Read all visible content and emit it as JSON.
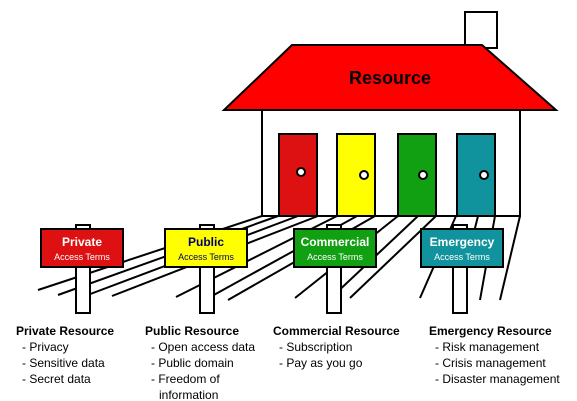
{
  "roof": {
    "label": "Resource",
    "color": "#ff0000"
  },
  "doors": [
    {
      "color": "#dd1111"
    },
    {
      "color": "#ffff00"
    },
    {
      "color": "#11a011"
    },
    {
      "color": "#11939d"
    }
  ],
  "signs": [
    {
      "title": "Private",
      "subtitle": "Access Terms",
      "bg": "#dd1111",
      "title_color": "#ffffff",
      "sub_color": "#ffffff"
    },
    {
      "title": "Public",
      "subtitle": "Access Terms",
      "bg": "#ffff00",
      "title_color": "#000066",
      "sub_color": "#000066"
    },
    {
      "title": "Commercial",
      "subtitle": "Access Terms",
      "bg": "#11a011",
      "title_color": "#ffffff",
      "sub_color": "#ffffff"
    },
    {
      "title": "Emergency",
      "subtitle": "Access Terms",
      "bg": "#11939d",
      "title_color": "#ffffff",
      "sub_color": "#ffffff"
    }
  ],
  "resources": [
    {
      "heading": "Private Resource",
      "items": [
        "- Privacy",
        "- Sensitive data",
        "- Secret data"
      ]
    },
    {
      "heading": "Public Resource",
      "items": [
        "- Open access data",
        "- Public domain",
        "- Freedom of",
        "information"
      ]
    },
    {
      "heading": "Commercial Resource",
      "items": [
        "- Subscription",
        "- Pay as you go"
      ]
    },
    {
      "heading": "Emergency Resource",
      "items": [
        "- Risk management",
        "- Crisis management",
        "- Disaster management"
      ]
    }
  ]
}
